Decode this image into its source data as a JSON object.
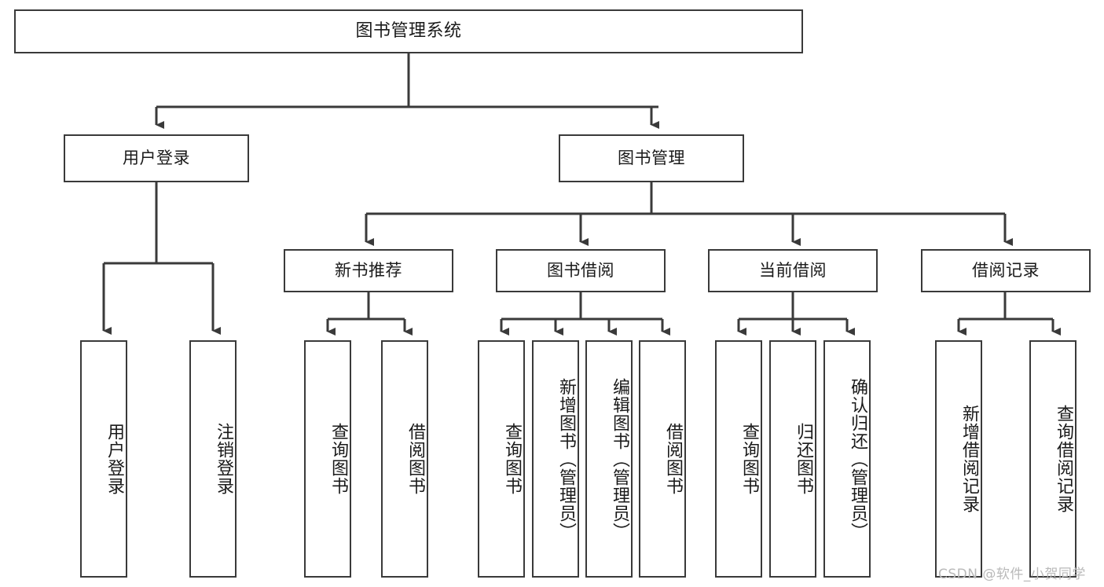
{
  "diagram": {
    "title": "图书管理系统",
    "type": "tree-hierarchy-chart",
    "style": {
      "box_border_color": "#3a3a3a",
      "box_fill_color": "#ffffff",
      "connector_color": "#3a3a3a",
      "text_color": "#1a1a1a",
      "background": "#ffffff"
    },
    "root": {
      "label": "图书管理系统"
    },
    "level1": [
      {
        "label": "用户登录"
      },
      {
        "label": "图书管理"
      }
    ],
    "level2": [
      {
        "label": "新书推荐"
      },
      {
        "label": "图书借阅"
      },
      {
        "label": "当前借阅"
      },
      {
        "label": "借阅记录"
      }
    ],
    "leaves": {
      "user_login": [
        {
          "label": "用户登录"
        },
        {
          "label": "注销登录"
        }
      ],
      "new_book_recommend": [
        {
          "label": "查询图书"
        },
        {
          "label": "借阅图书"
        }
      ],
      "book_borrow": [
        {
          "label": "查询图书"
        },
        {
          "label": "新增图书（管理员）"
        },
        {
          "label": "编辑图书（管理员）"
        },
        {
          "label": "借阅图书"
        }
      ],
      "current_borrow": [
        {
          "label": "查询图书"
        },
        {
          "label": "归还图书"
        },
        {
          "label": "确认归还（管理员）"
        }
      ],
      "borrow_records": [
        {
          "label": "新增借阅记录"
        },
        {
          "label": "查询借阅记录"
        }
      ]
    }
  },
  "watermark": {
    "text": "CSDN @软件_小贺同学"
  }
}
